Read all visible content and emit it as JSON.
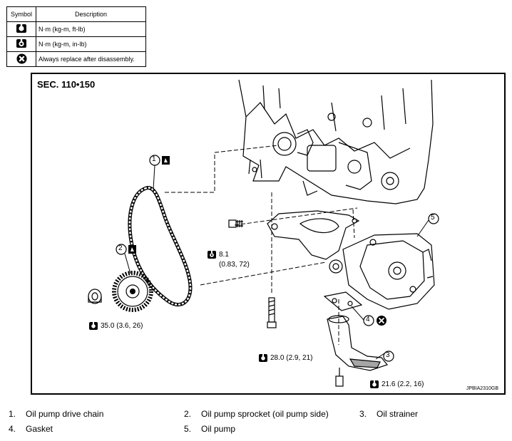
{
  "legend": {
    "header_symbol": "Symbol",
    "header_description": "Description",
    "rows": [
      {
        "icon": "torque-ft-lb-icon",
        "description": "N·m (kg-m, ft-lb)"
      },
      {
        "icon": "torque-in-lb-icon",
        "description": "N·m (kg-m, in-lb)"
      },
      {
        "icon": "always-replace-icon",
        "description": "Always replace after disassembly."
      }
    ]
  },
  "figure": {
    "section": "SEC. 110•150",
    "code": "JPBIA2310GB",
    "callouts": {
      "c1": "1",
      "c2": "2",
      "c3": "3",
      "c4": "4",
      "c5": "5",
      "torque_bracket_bolt": "8.1",
      "torque_bracket_bolt_sub": "(0.83, 72)",
      "torque_sprocket_nut": "35.0 (3.6, 26)",
      "torque_long_bolt": "28.0 (2.9, 21)",
      "torque_strainer_bolt": "21.6 (2.2, 16)"
    }
  },
  "parts": [
    {
      "num": "1.",
      "name": "Oil pump drive chain"
    },
    {
      "num": "2.",
      "name": "Oil pump sprocket (oil pump side)"
    },
    {
      "num": "3.",
      "name": "Oil strainer"
    },
    {
      "num": "4.",
      "name": "Gasket"
    },
    {
      "num": "5.",
      "name": "Oil pump"
    }
  ]
}
